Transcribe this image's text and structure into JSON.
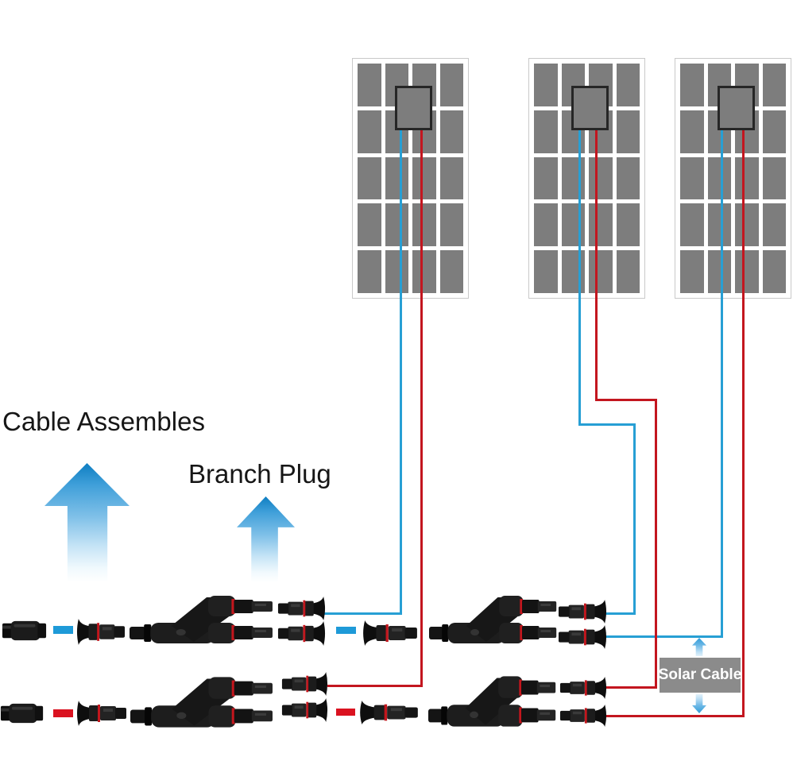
{
  "labels": {
    "cable_assembles": "Cable Assembles",
    "branch_plug": "Branch Plug",
    "solar_cable": "Solar Cable"
  },
  "colors": {
    "wire_blue": "#279fd4",
    "wire_red": "#c3161f",
    "dash_blue": "#1e9ad8",
    "dash_red": "#da1220",
    "panel_cell_gray": "#7d7d7d",
    "panel_frame_border": "#c9c9c9",
    "junction_box_border": "#262626",
    "solar_cable_label_bg": "#8b8b8b",
    "solar_cable_label_text": "#ffffff",
    "arrow_blue_dark": "#0e7ec2",
    "arrow_blue_light": "#e8f5fc",
    "text_black": "#161616"
  },
  "panels": {
    "count": 3,
    "grid_columns": 4,
    "grid_rows": 5
  },
  "icons": [
    {
      "name": "cable-assembles-arrow-up-icon",
      "glyph": "gradient-up-arrow"
    },
    {
      "name": "branch-plug-arrow-up-icon",
      "glyph": "gradient-up-arrow"
    },
    {
      "name": "solar-cable-arrow-up-icon",
      "glyph": "gradient-up-arrow"
    },
    {
      "name": "solar-cable-arrow-down-icon",
      "glyph": "gradient-down-arrow"
    }
  ]
}
